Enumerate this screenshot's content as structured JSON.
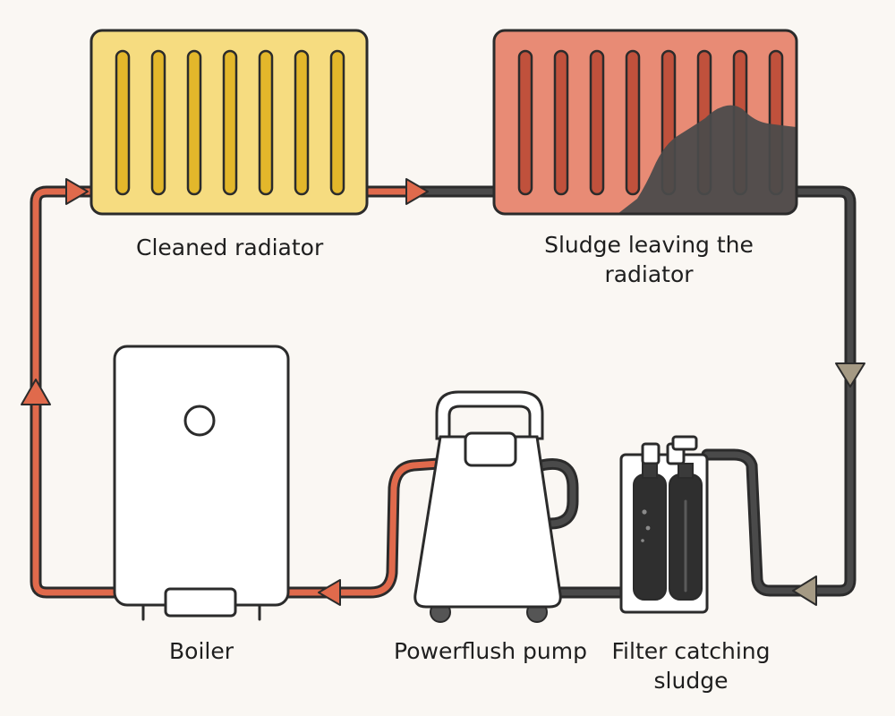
{
  "labels": {
    "cleaned_radiator": "Cleaned radiator",
    "sludge_radiator_line1": "Sludge leaving the",
    "sludge_radiator_line2": "radiator",
    "boiler": "Boiler",
    "pump": "Powerflush pump",
    "filter_line1": "Filter catching",
    "filter_line2": "sludge"
  },
  "colors": {
    "background": "#faf7f3",
    "outline": "#2b2b2b",
    "hot_pipe": "#e06a4c",
    "sludge_pipe": "#4a4a4a",
    "clean_radiator_fill": "#f6dc80",
    "clean_radiator_fins": "#e3b72b",
    "dirty_radiator_fill": "#e88b75",
    "dirty_radiator_fins": "#c0513c",
    "sludge": "#4a4a4a",
    "return_arrow": "#a59a84",
    "appliance_fill": "#ffffff",
    "filter_fill": "#2f2f2f"
  }
}
